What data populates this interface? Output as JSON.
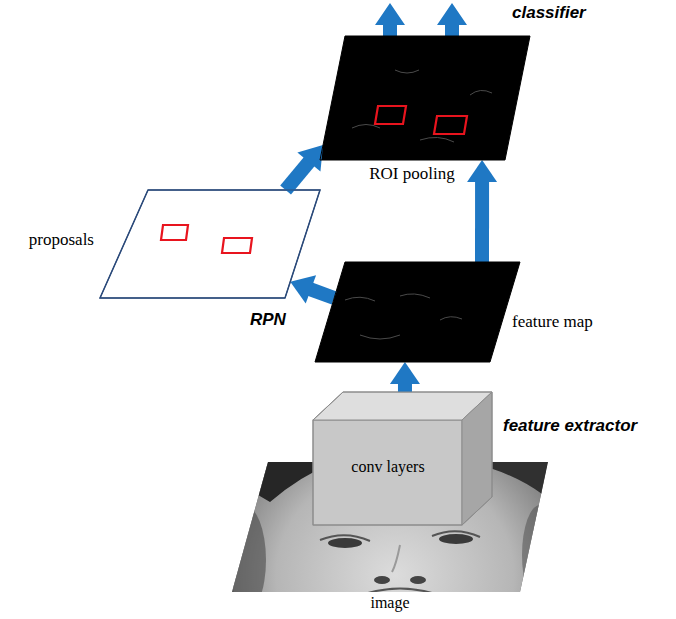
{
  "diagram": {
    "nodes": [
      {
        "text": [
          "ROI pooling"
        ]
      },
      {
        "text": [
          "proposals"
        ]
      },
      {
        "text": [
          "feature map"
        ]
      },
      {
        "text": [
          "conv layers"
        ]
      },
      {
        "text": [
          "image"
        ]
      }
    ],
    "edges": [
      {
        "from": 3,
        "to": 2,
        "arrow": "to"
      },
      {
        "from": 2,
        "to": 1,
        "arrow": "to",
        "label": "RPN"
      },
      {
        "from": 2,
        "to": 0,
        "arrow": "to"
      },
      {
        "from": 1,
        "to": 0,
        "arrow": "to"
      }
    ],
    "labels": [
      "classifier",
      "feature extractor"
    ]
  }
}
